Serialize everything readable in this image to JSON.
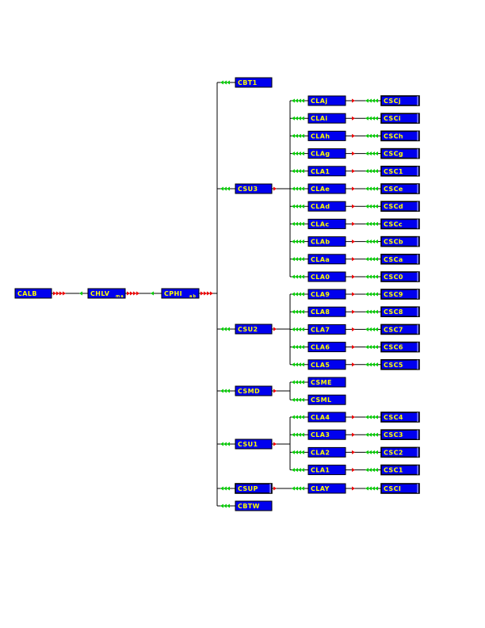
{
  "colors": {
    "node_fill": "#0000ee",
    "node_text": "#ffff00",
    "line": "#000000",
    "green_arrow": "#00cc00",
    "red_arrow": "#ee0000"
  },
  "nodes": {
    "calb": "CALB",
    "chlv": "CHLV",
    "chlv_suffix": "m a",
    "cphi": "CPHI",
    "cphi_suffix": "a b",
    "cbt1": "CBT1",
    "csu3": "CSU3",
    "csu2": "CSU2",
    "csmd": "CSMD",
    "csu1": "CSU1",
    "csup": "CSUP",
    "cbtw": "CBTW"
  },
  "groups": {
    "csu3": [
      {
        "cla": "CLAj",
        "csc": "CSCj"
      },
      {
        "cla": "CLAi",
        "csc": "CSCi"
      },
      {
        "cla": "CLAh",
        "csc": "CSCh"
      },
      {
        "cla": "CLAg",
        "csc": "CSCg"
      },
      {
        "cla": "CLA1",
        "csc": "CSC1"
      },
      {
        "cla": "CLAe",
        "csc": "CSCe"
      },
      {
        "cla": "CLAd",
        "csc": "CSCd"
      },
      {
        "cla": "CLAc",
        "csc": "CSCc"
      },
      {
        "cla": "CLAb",
        "csc": "CSCb"
      },
      {
        "cla": "CLAa",
        "csc": "CSCa"
      },
      {
        "cla": "CLA0",
        "csc": "CSC0"
      }
    ],
    "csu2": [
      {
        "cla": "CLA9",
        "csc": "CSC9"
      },
      {
        "cla": "CLA8",
        "csc": "CSC8"
      },
      {
        "cla": "CLA7",
        "csc": "CSC7"
      },
      {
        "cla": "CLA6",
        "csc": "CSC6"
      },
      {
        "cla": "CLA5",
        "csc": "CSC5"
      }
    ],
    "csmd": [
      "CSME",
      "CSML"
    ],
    "csu1": [
      {
        "cla": "CLA4",
        "csc": "CSC4"
      },
      {
        "cla": "CLA3",
        "csc": "CSC3"
      },
      {
        "cla": "CLA2",
        "csc": "CSC2"
      },
      {
        "cla": "CLA1",
        "csc": "CSC1"
      }
    ],
    "csup": [
      {
        "cla": "CLAY",
        "csc": "CSCI"
      }
    ]
  }
}
